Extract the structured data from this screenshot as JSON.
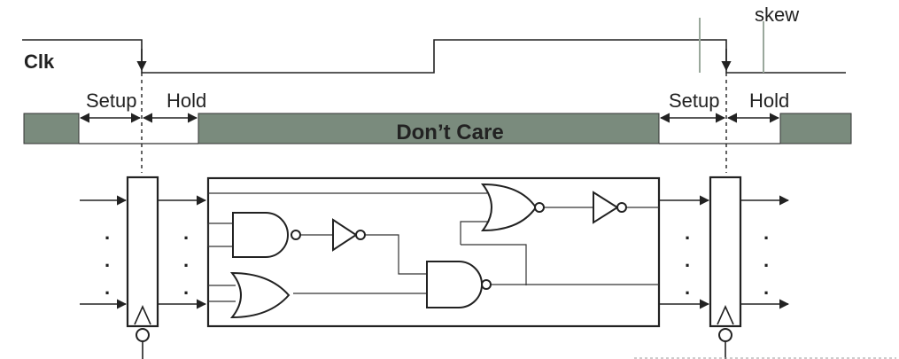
{
  "labels": {
    "clock": "Clk",
    "skew": "skew",
    "setup_left": "Setup",
    "hold_left": "Hold",
    "setup_right": "Setup",
    "hold_right": "Hold",
    "dont_care": "Don’t Care",
    "dot": "."
  },
  "colors": {
    "dont_care_fill": "#7a8b7d",
    "skew_marker": "#9aa89c",
    "line": "#222222"
  }
}
